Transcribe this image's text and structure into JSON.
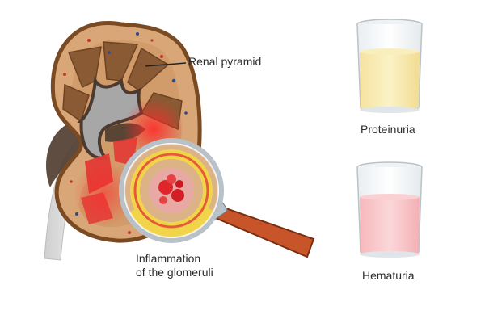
{
  "labels": {
    "renal_pyramid": "Renal pyramid",
    "inflammation_line1": "Inflammation",
    "inflammation_line2": "of the glomeruli",
    "proteinuria": "Proteinuria",
    "hematuria": "Hematuria"
  },
  "colors": {
    "kidney_fill": "#d9a777",
    "kidney_outline": "#7a4a22",
    "pyramid": "#8a5a34",
    "inflammation": "#e0262b",
    "proteinuria_liquid": "#f7eaa8",
    "hematuria_liquid": "#f6c3c6",
    "magnifier_handle": "#c8552a"
  }
}
